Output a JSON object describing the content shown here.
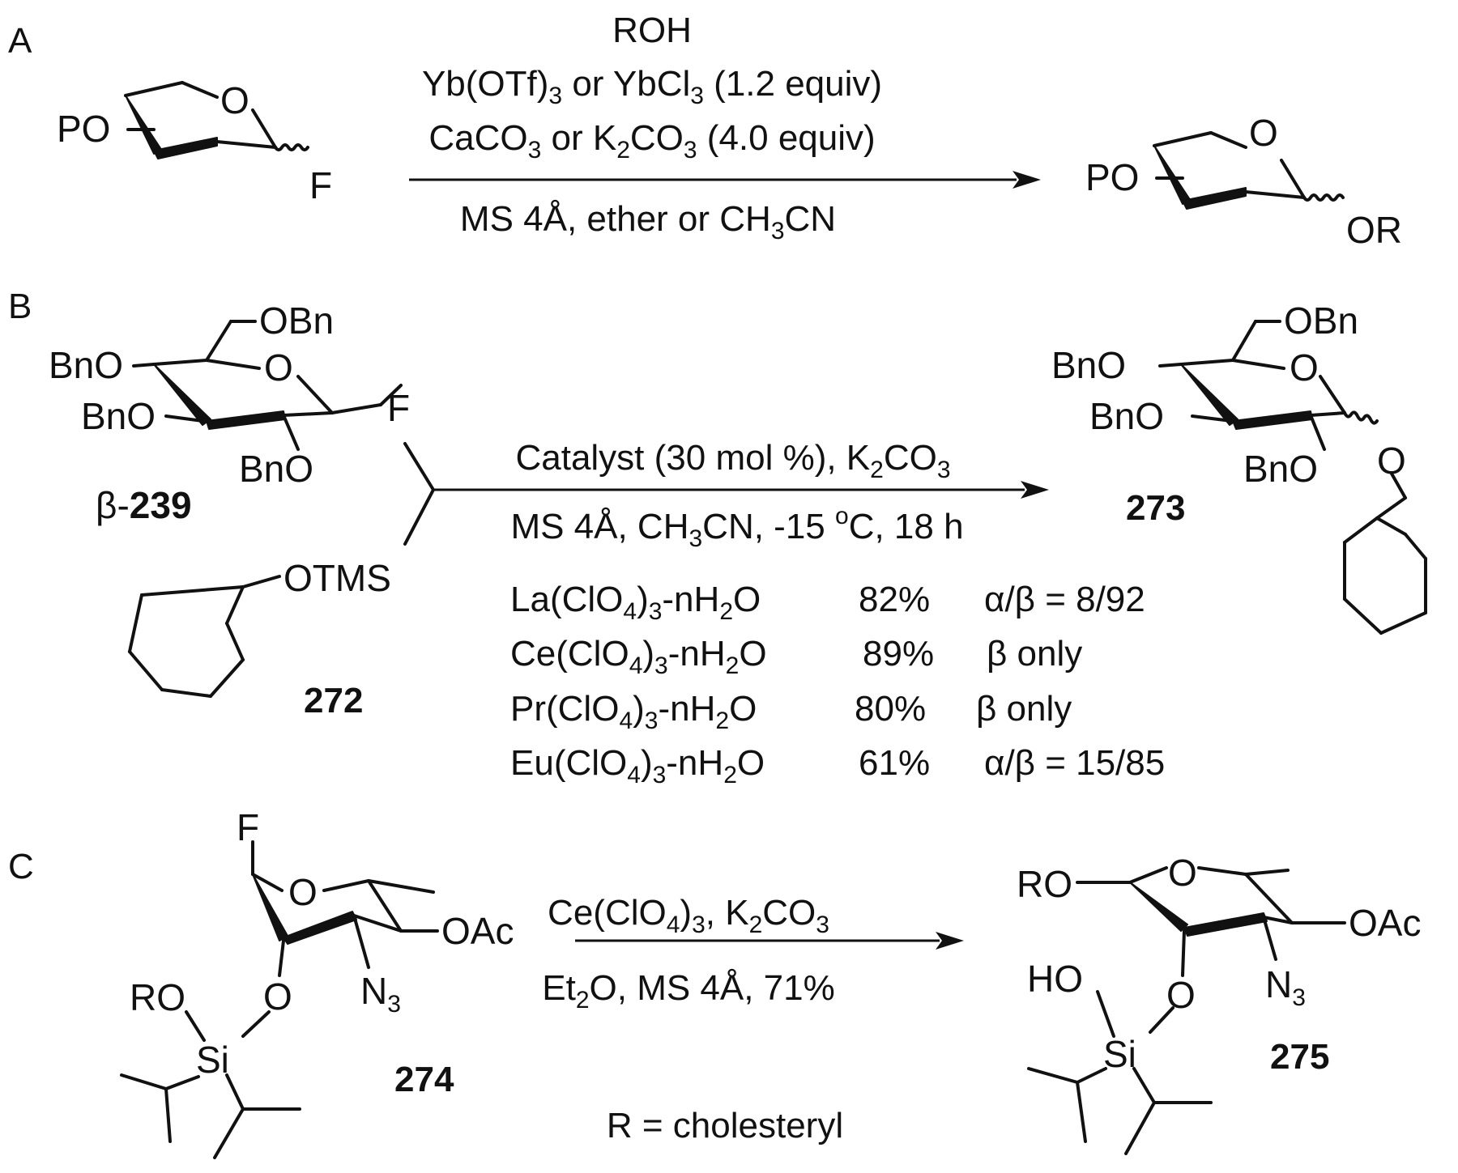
{
  "panels": {
    "a": "A",
    "b": "B",
    "c": "C"
  },
  "scheme_a": {
    "reactant": {
      "po": "PO",
      "o": "O",
      "f": "F"
    },
    "conditions": {
      "line1": "ROH",
      "line2": {
        "a": "Yb(OTf)",
        "s1": "3",
        "b": " or YbCl",
        "s2": "3",
        "c": " (1.2 equiv)"
      },
      "line3": {
        "a": "CaCO",
        "s1": "3",
        "b": " or K",
        "s2": "2",
        "c": "CO",
        "s3": "3",
        "d": " (4.0 equiv)"
      },
      "line4": {
        "a": "MS 4Å, ether or CH",
        "s1": "3",
        "b": "CN"
      }
    },
    "product": {
      "po": "PO",
      "o": "O",
      "or": "OR"
    }
  },
  "scheme_b": {
    "reactant": {
      "obn_top": "OBn",
      "o_ring": "O",
      "bno_1": "BnO",
      "bno_2": "BnO",
      "bno_3": "BnO",
      "f": "F",
      "label_prefix": "β-",
      "label_number": "239"
    },
    "nucleophile": {
      "otms": "OTMS",
      "label": "272"
    },
    "conditions": {
      "line1": {
        "a": "Catalyst (30 mol %), K",
        "s1": "2",
        "b": "CO",
        "s2": "3"
      },
      "line2": {
        "a": "MS 4Å, CH",
        "s1": "3",
        "b": "CN, -15 ",
        "s2": "o",
        "c": "C, 18 h"
      }
    },
    "product": {
      "obn_top": "OBn",
      "o_ring": "O",
      "bno_1": "BnO",
      "bno_2": "BnO",
      "bno_3": "BnO",
      "o_link": "O",
      "label": "273"
    },
    "catalyst_table": [
      {
        "metal": "La(ClO",
        "s1": "4",
        "mid": ")",
        "s2": "3",
        "tail": "-nH",
        "s3": "2",
        "end": "O",
        "yield": "82%",
        "selectivity": "α/β = 8/92"
      },
      {
        "metal": "Ce(ClO",
        "s1": "4",
        "mid": ")",
        "s2": "3",
        "tail": "-nH",
        "s3": "2",
        "end": "O",
        "yield": "89%",
        "selectivity": "β only"
      },
      {
        "metal": "Pr(ClO",
        "s1": "4",
        "mid": ")",
        "s2": "3",
        "tail": "-nH",
        "s3": "2",
        "end": "O",
        "yield": "80%",
        "selectivity": "β only"
      },
      {
        "metal": "Eu(ClO",
        "s1": "4",
        "mid": ")",
        "s2": "3",
        "tail": "-nH",
        "s3": "2",
        "end": "O",
        "yield": "61%",
        "selectivity": "α/β = 15/85"
      }
    ]
  },
  "scheme_c": {
    "reactant": {
      "f": "F",
      "o_ring": "O",
      "oac": "OAc",
      "n": "N",
      "n_sub": "3",
      "ro": "RO",
      "o_si": "O",
      "si": "Si",
      "label": "274"
    },
    "conditions": {
      "line1": {
        "a": "Ce(ClO",
        "s1": "4",
        "b": ")",
        "s2": "3",
        "c": ", K",
        "s3": "2",
        "d": "CO",
        "s4": "3"
      },
      "line2": {
        "a": "Et",
        "s1": "2",
        "b": "O, MS 4Å, 71%"
      }
    },
    "r_definition": "R = cholesteryl",
    "product": {
      "ro": "RO",
      "o_ring": "O",
      "oac": "OAc",
      "n": "N",
      "n_sub": "3",
      "ho": "HO",
      "o_si": "O",
      "si": "Si",
      "label": "275"
    }
  }
}
